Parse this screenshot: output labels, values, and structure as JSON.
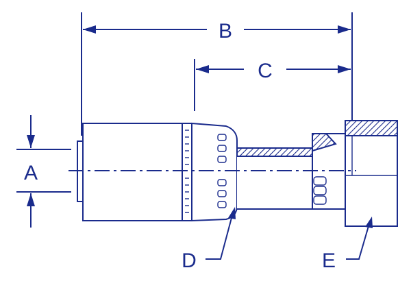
{
  "diagram": {
    "colors": {
      "ink": "#1a2b8c",
      "background": "#ffffff"
    },
    "labels": {
      "a": "A",
      "b": "B",
      "c": "C",
      "d": "D",
      "e": "E"
    }
  }
}
